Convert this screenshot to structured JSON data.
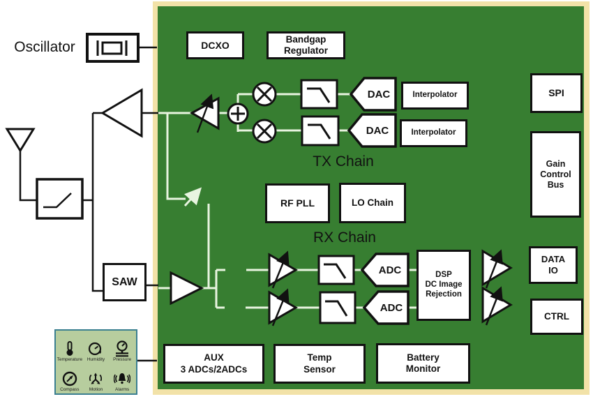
{
  "diagram": {
    "oscillator_label": "Oscillator",
    "tx_chain_label": "TX Chain",
    "rx_chain_label": "RX Chain"
  },
  "blocks": {
    "dcxo": "DCXO",
    "bandgap": "Bandgap\nRegulator",
    "interpolator_i": "Interpolator",
    "interpolator_q": "Interpolator",
    "dac_i": "DAC",
    "dac_q": "DAC",
    "adc_i": "ADC",
    "adc_q": "ADC",
    "rf_pll": "RF PLL",
    "lo_chain": "LO Chain",
    "spi": "SPI",
    "gain_control_bus": "Gain\nControl\nBus",
    "dsp": "DSP\nDC Image\nRejection",
    "data_io": "DATA\nIO",
    "ctrl": "CTRL",
    "aux": "AUX\n3 ADCs/2ADCs",
    "temp_sensor": "Temp\nSensor",
    "battery_monitor": "Battery\nMonitor",
    "saw": "SAW"
  },
  "sensors": {
    "items": [
      {
        "name": "temperature",
        "label": "Temperature"
      },
      {
        "name": "humidity",
        "label": "Humidity"
      },
      {
        "name": "pressure",
        "label": "Pressure"
      },
      {
        "name": "compass",
        "label": "Compass"
      },
      {
        "name": "motion",
        "label": "Motion"
      },
      {
        "name": "alarms",
        "label": "Alarms"
      }
    ]
  },
  "colors": {
    "chip_green": "#377E31",
    "chip_border_tan": "#F2E2A8",
    "wire_white": "#E8F4E0",
    "outline_black": "#111111",
    "sensor_panel_bg": "#B7CD9E",
    "sensor_panel_border": "#3A7F90"
  }
}
